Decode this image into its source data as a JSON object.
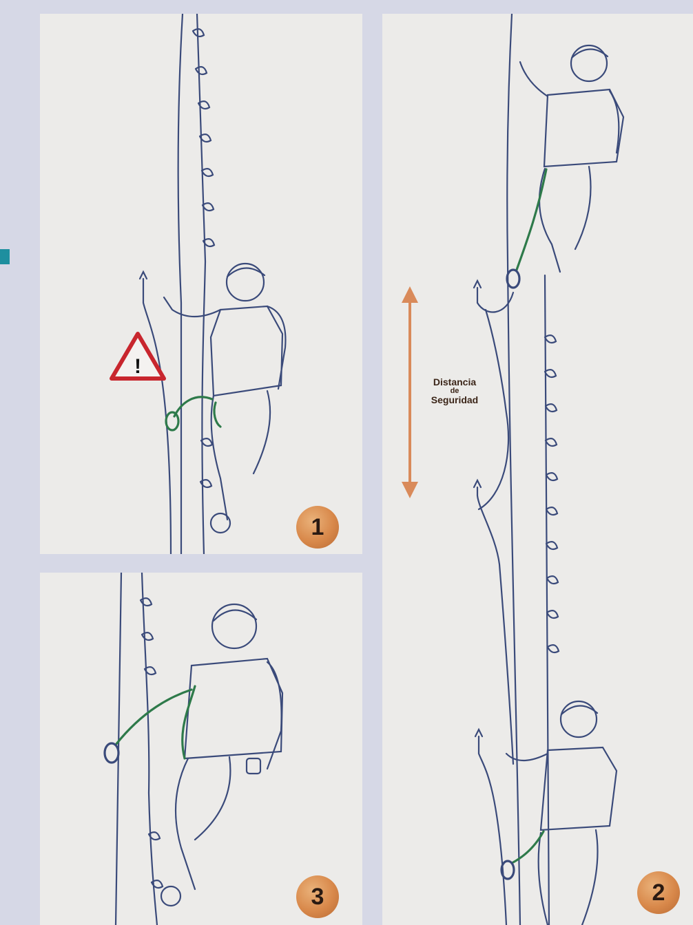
{
  "steps": {
    "step1_number": "1",
    "step2_number": "2",
    "step3_number": "3"
  },
  "distance_label": {
    "line1": "Distancia",
    "line2": "de",
    "line3": "Seguridad"
  },
  "warning_symbol": "!",
  "icons": [
    "warning-triangle-icon",
    "double-arrow-icon",
    "carabiner-icon",
    "climber-figure"
  ],
  "colors": {
    "badge": "#d8884a",
    "warning_red": "#c8262e",
    "arrow": "#d98a5a",
    "lanyard": "#2e7a4a",
    "line": "#3a4a7a"
  }
}
